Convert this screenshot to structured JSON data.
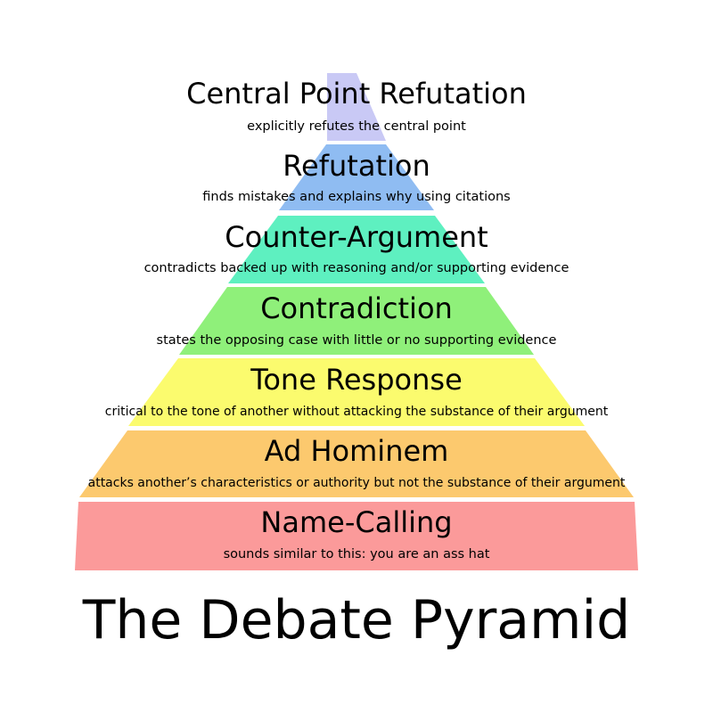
{
  "title": "The Debate Pyramid",
  "levels": [
    {
      "title": "Central Point Refutation",
      "description": "explicitly refutes the central point",
      "color": "#c9c9f5"
    },
    {
      "title": "Refutation",
      "description": "finds mistakes and explains why using citations",
      "color": "#8fbcf2"
    },
    {
      "title": "Counter-Argument",
      "description": "contradicts backed up with reasoning and/or supporting evidence",
      "color": "#5ef0c0"
    },
    {
      "title": "Contradiction",
      "description": "states the opposing case with little or no supporting evidence",
      "color": "#8ff07a"
    },
    {
      "title": "Tone Response",
      "description": "critical to the tone of another without attacking the substance of their argument",
      "color": "#fbfb6e"
    },
    {
      "title": "Ad Hominem",
      "description": "attacks another’s characteristics or authority but not the substance of their argument",
      "color": "#fcc96e"
    },
    {
      "title": "Name-Calling",
      "description": "sounds similar to this: you are an ass hat",
      "color": "#fb9a9a"
    }
  ]
}
